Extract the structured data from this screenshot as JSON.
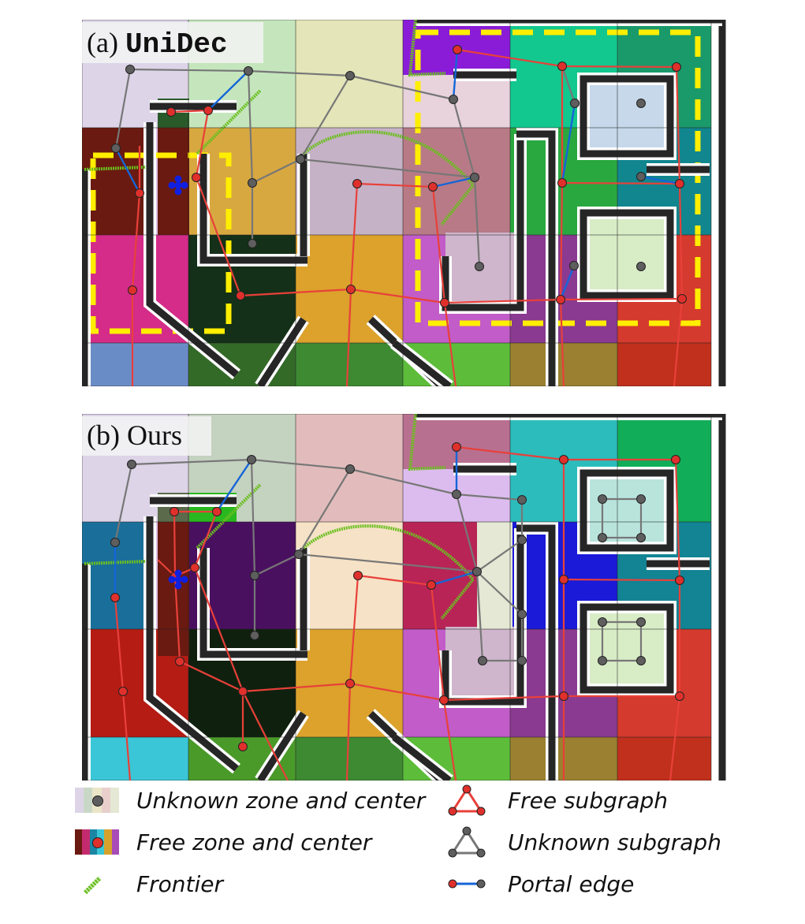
{
  "panels": [
    {
      "label_prefix": "(a) ",
      "label_name": "UniDec"
    },
    {
      "label_prefix": "(b) ",
      "label_name": "Ours"
    }
  ],
  "legend": {
    "unknown_zone": "Unknown zone and center",
    "free_zone": "Free zone and center",
    "frontier": "Frontier",
    "free_subgraph": "Free subgraph",
    "unknown_subgraph": "Unknown subgraph",
    "portal_edge": "Portal edge"
  },
  "colors": {
    "free_node": "#e0302c",
    "unknown_node": "#5e5e5e",
    "free_edge": "#e8403a",
    "unknown_edge": "#777777",
    "portal_edge": "#1565d8",
    "frontier": "#6bbf20",
    "wall": "#262626",
    "highlight": "#ffee00",
    "robot": "#1020e0",
    "unknown_swatch": [
      "#ddd4e8",
      "#c9d8c6",
      "#ebe6c8",
      "#e8cfcc",
      "#e4e8d4"
    ],
    "free_swatch": [
      "#6a1a10",
      "#c42b6e",
      "#1a86a4",
      "#3ac6d6",
      "#d6a22c",
      "#a84cb8"
    ]
  }
}
